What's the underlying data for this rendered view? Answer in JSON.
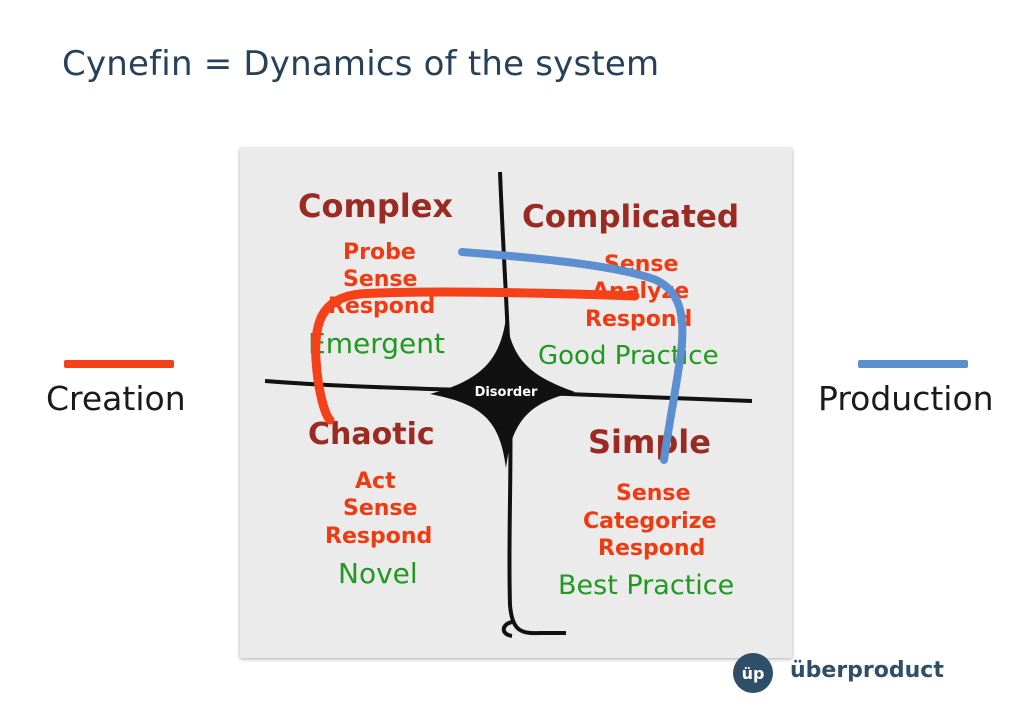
{
  "title": "Cynefin = Dynamics of the system",
  "legend": {
    "creation": {
      "label": "Creation",
      "color": "#f4411a"
    },
    "production": {
      "label": "Production",
      "color": "#5b8fcf"
    }
  },
  "center_label": "Disorder",
  "quadrants": {
    "complex": {
      "name": "Complex",
      "actions": [
        "Probe",
        "Sense",
        "Respond"
      ],
      "practice": "Emergent"
    },
    "complicated": {
      "name": "Complicated",
      "actions": [
        "Sense",
        "Analyze",
        "Respond"
      ],
      "practice": "Good Practice"
    },
    "chaotic": {
      "name": "Chaotic",
      "actions": [
        "Act",
        "Sense",
        "Respond"
      ],
      "practice": "Novel"
    },
    "simple": {
      "name": "Simple",
      "actions": [
        "Sense",
        "Categorize",
        "Respond"
      ],
      "practice": "Best Practice"
    }
  },
  "logo": {
    "mark": "üp",
    "name": "überproduct"
  },
  "colors": {
    "domain_title": "#9b2a22",
    "action": "#f03a12",
    "practice": "#1f9a1f",
    "brand": "#2f4f68"
  }
}
